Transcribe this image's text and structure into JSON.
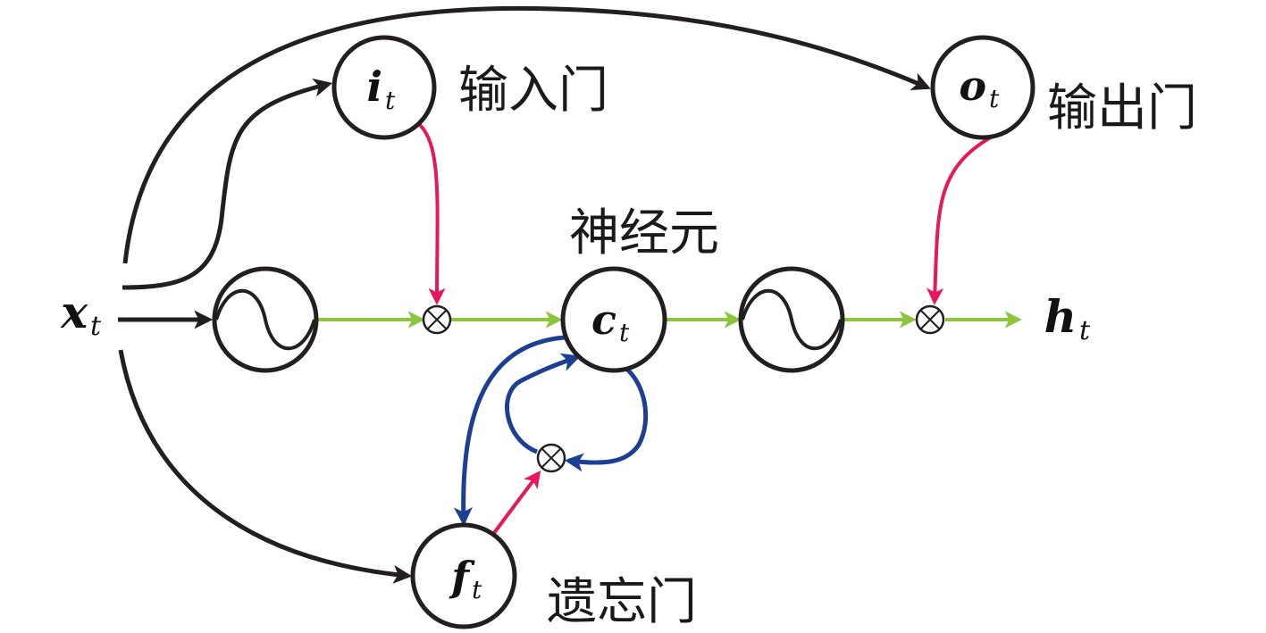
{
  "colors": {
    "input_arrow": "#231f20",
    "gate_arrow": "#e8175d",
    "main_flow": "#8cc63f",
    "cell_loop": "#1c3f94",
    "node_outline": "#231f20"
  },
  "input": {
    "symbol": "x",
    "subscript": "t"
  },
  "output": {
    "symbol": "h",
    "subscript": "t"
  },
  "gates": {
    "input_gate": {
      "symbol": "i",
      "subscript": "t",
      "label": "输入门"
    },
    "output_gate": {
      "symbol": "o",
      "subscript": "t",
      "label": "输出门"
    },
    "forget_gate": {
      "symbol": "f",
      "subscript": "t",
      "label": "遗忘门"
    }
  },
  "cell": {
    "symbol": "c",
    "subscript": "t",
    "label": "神经元"
  },
  "activations": [
    {
      "icon": "sigmoid-wave-icon"
    },
    {
      "icon": "sigmoid-wave-icon"
    }
  ],
  "operators": {
    "multiply_symbol": "⊗"
  }
}
